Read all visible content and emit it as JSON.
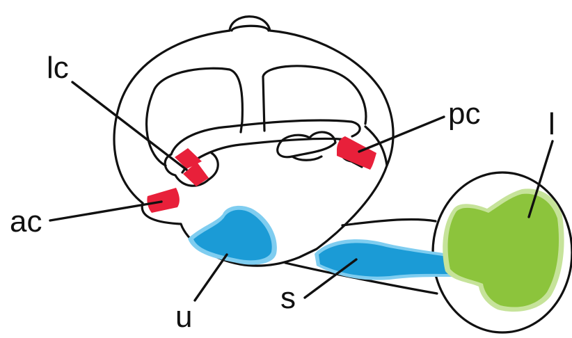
{
  "colors": {
    "crista": "#e8203a",
    "macula": "#1b9bd6",
    "macula_halo": "#7fcdf0",
    "lagena": "#8cc43c",
    "lagena_halo": "#c6e39a",
    "outline": "#111111"
  },
  "labels": {
    "lc": "lc",
    "pc": "pc",
    "ac": "ac",
    "u": "u",
    "s": "s",
    "l": "l"
  }
}
